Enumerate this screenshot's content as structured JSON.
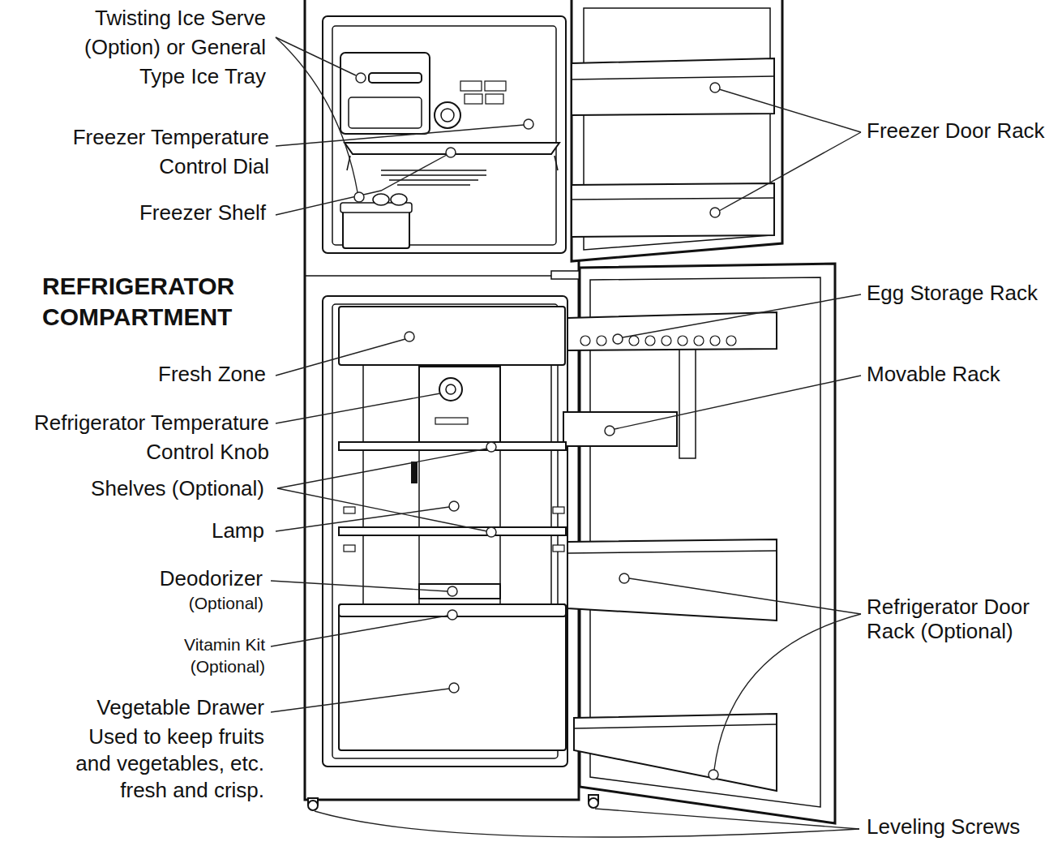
{
  "diagram": {
    "labels": [
      "Twisting Ice Serve (Option) or General Type Ice Tray",
      "Freezer Temperature Control Dial",
      "Freezer Shelf",
      "REFRIGERATOR COMPARTMENT",
      "Fresh Zone",
      "Refrigerator Temperature Control Knob",
      "Shelves (Optional)",
      "Lamp",
      "Deodorizer",
      "(Optional)",
      "Vitamin Kit (Optional)",
      "Vegetable Drawer",
      "Used to keep fruits and vegetables, etc. fresh and crisp.",
      "Freezer Door Rack",
      "Egg Storage Rack",
      "Movable Rack",
      "Refrigerator Door Rack (Optional)",
      "Leveling Screws"
    ]
  }
}
